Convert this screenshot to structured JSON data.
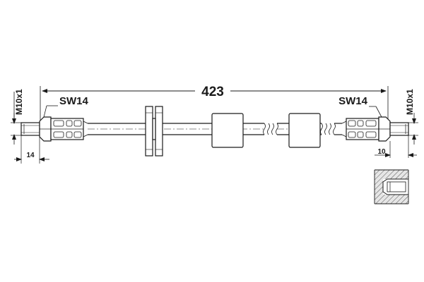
{
  "drawing": {
    "overall_length": "423",
    "left_end": {
      "thread": "M10x1",
      "wrench_size": "SW14",
      "thread_length": "14"
    },
    "right_end": {
      "thread": "M10x1",
      "wrench_size": "SW14",
      "thread_length": "10"
    },
    "colors": {
      "line": "#1a1a1a",
      "hatch_fill": "#cfcfcf"
    }
  }
}
